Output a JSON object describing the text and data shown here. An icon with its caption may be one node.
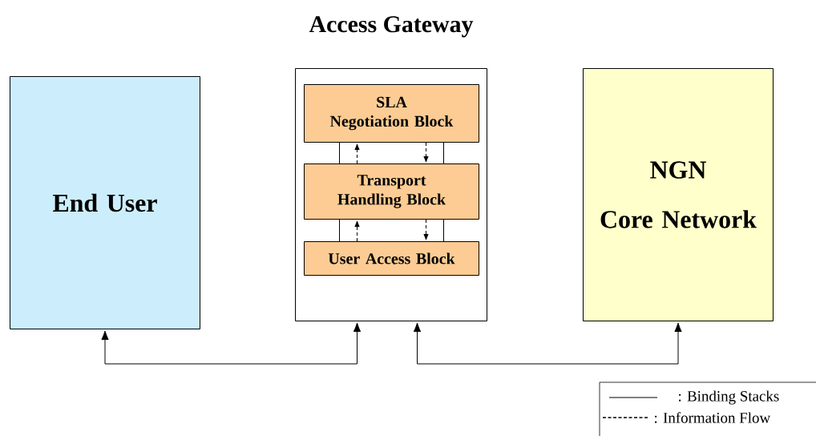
{
  "diagram": {
    "nodes": [
      {
        "text": [
          "End User"
        ]
      },
      {
        "text": [
          "Access Gateway"
        ]
      },
      {
        "text": [
          "SLA",
          "Negotiation Block"
        ],
        "in": 1
      },
      {
        "text": [
          "Transport Handling Block"
        ],
        "in": 1
      },
      {
        "text": [
          "User Access Block"
        ],
        "in": 1
      },
      {
        "text": [
          "NGN",
          "Core Network"
        ]
      }
    ],
    "edges": [
      {
        "from": 0,
        "to": 1,
        "arrow": "both"
      },
      {
        "from": 1,
        "to": 5,
        "arrow": "both"
      },
      {
        "from": 2,
        "to": 3,
        "arrow": "none"
      },
      {
        "from": 2,
        "to": 3,
        "arrow": "none"
      },
      {
        "from": 3,
        "to": 2,
        "arrow": "to",
        "style": "dashed"
      },
      {
        "from": 2,
        "to": 3,
        "arrow": "to",
        "style": "dashed"
      },
      {
        "from": 3,
        "to": 4,
        "arrow": "none"
      },
      {
        "from": 3,
        "to": 4,
        "arrow": "none"
      },
      {
        "from": 4,
        "to": 3,
        "arrow": "to",
        "style": "dashed"
      },
      {
        "from": 3,
        "to": 4,
        "arrow": "to",
        "style": "dashed"
      }
    ],
    "legend": [
      {
        "text": ": Binding Stacks"
      },
      {
        "text": ": Information Flow"
      }
    ]
  }
}
